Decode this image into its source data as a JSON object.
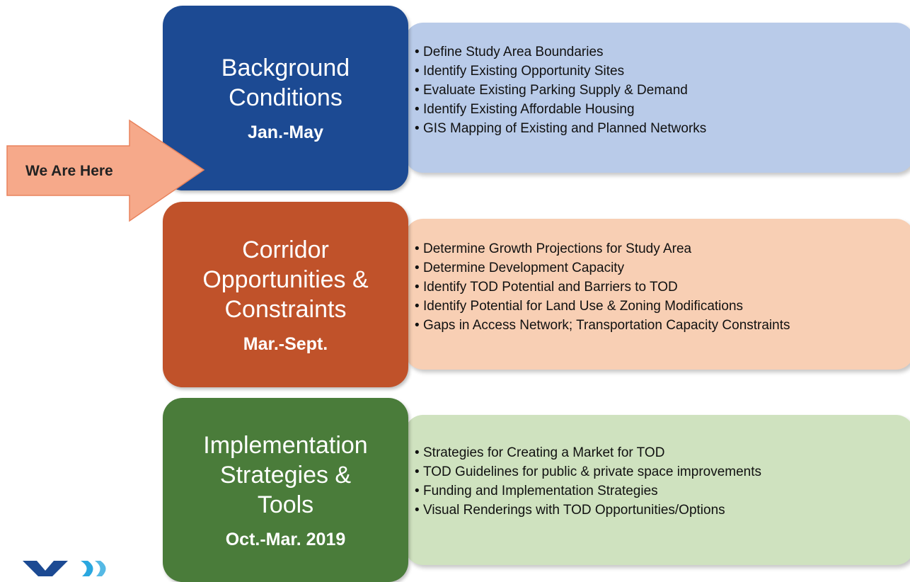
{
  "indicator": {
    "label": "We Are Here"
  },
  "colors": {
    "phase1": "#1c4a93",
    "phase2": "#c0522a",
    "phase3": "#4a7c3a",
    "panel1": "#b9cbe9",
    "panel2": "#f8cfb4",
    "panel3": "#cfe2bf",
    "arrow": "#f6a98a"
  },
  "phases": [
    {
      "title_lines": [
        "Background",
        "Conditions"
      ],
      "dates": "Jan.-May",
      "tasks": [
        "Define Study Area Boundaries",
        "Identify Existing Opportunity Sites",
        "Evaluate Existing Parking Supply & Demand",
        "Identify Existing Affordable Housing",
        "GIS Mapping of Existing and Planned Networks"
      ]
    },
    {
      "title_lines": [
        "Corridor",
        "Opportunities &",
        "Constraints"
      ],
      "dates": "Mar.-Sept.",
      "tasks": [
        "Determine Growth Projections for Study Area",
        "Determine Development Capacity",
        "Identify TOD Potential and Barriers to TOD",
        "Identify Potential for Land Use & Zoning Modifications",
        "Gaps in Access Network; Transportation Capacity Constraints"
      ]
    },
    {
      "title_lines": [
        "Implementation",
        "Strategies &",
        "Tools"
      ],
      "dates": "Oct.-Mar. 2019",
      "tasks": [
        "Strategies for Creating a Market for TOD",
        "TOD Guidelines for public & private space improvements",
        "Funding and Implementation Strategies",
        "Visual Renderings with TOD Opportunities/Options"
      ]
    }
  ]
}
